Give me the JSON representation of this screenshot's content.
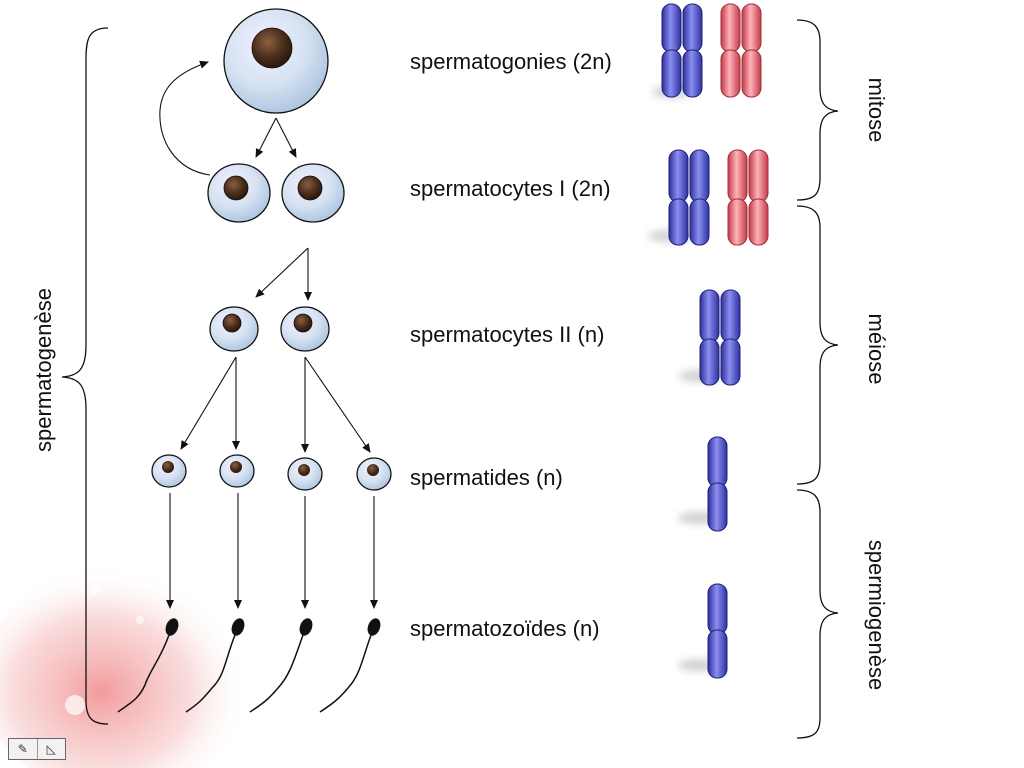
{
  "labels": {
    "process": "spermatogenèse",
    "stage_1": "spermatogonies (2n)",
    "stage_2": "spermatocytes I (2n)",
    "stage_3": "spermatocytes II (n)",
    "stage_4": "spermatides (n)",
    "stage_5": "spermatozoïdes (n)",
    "phase_1": "mitose",
    "phase_2": "méiose",
    "phase_3": "spermiogenèse"
  },
  "toolbar": {
    "prev_icon": "pencil-icon",
    "next_icon": "slide-triangle-icon"
  },
  "colors": {
    "cell_fill": "#d6e2f2",
    "nucleus": "#4a2e1c",
    "chromosome_blue": "#4a4fd0",
    "chromosome_red": "#e06a72",
    "sperm_head": "#111111",
    "background_blob": "#f4c7c7"
  }
}
